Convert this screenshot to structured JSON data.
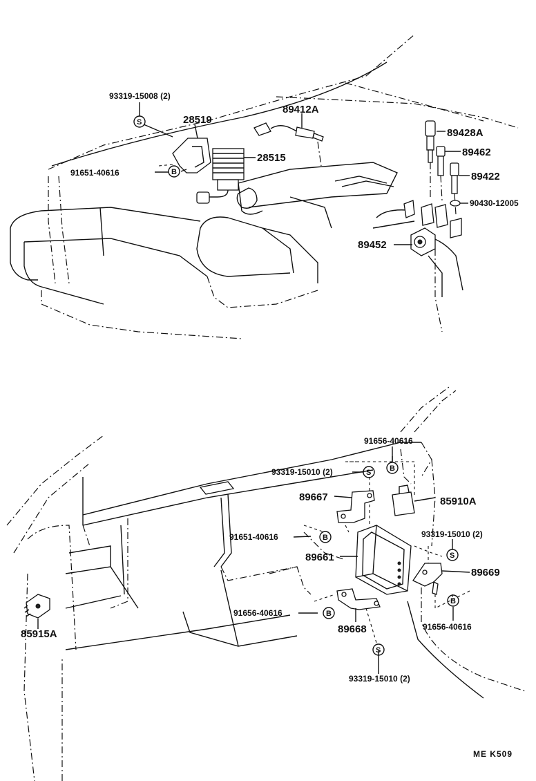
{
  "labels": {
    "p93319_15008": "93319-15008 (2)",
    "p28519": "28519",
    "p28515": "28515",
    "p89412A": "89412A",
    "p91651_40616_top": "91651-40616",
    "p89428A": "89428A",
    "p89462": "89462",
    "p89422": "89422",
    "p90430_12005": "90430-12005",
    "p89452": "89452",
    "p91656_40616_a": "91656-40616",
    "p93319_15010_a": "93319-15010 (2)",
    "p89667": "89667",
    "p85910A": "85910A",
    "p91651_40616_bot": "91651-40616",
    "p93319_15010_b": "93319-15010 (2)",
    "p89661": "89661",
    "p89669": "89669",
    "p91656_40616_b": "91656-40616",
    "p89668": "89668",
    "p91656_40616_c": "91656-40616",
    "p85915A": "85915A",
    "p93319_15010_c": "93319-15010 (2)"
  },
  "symbols": {
    "s": "S",
    "b": "B"
  },
  "figure_code": "ME  K509"
}
